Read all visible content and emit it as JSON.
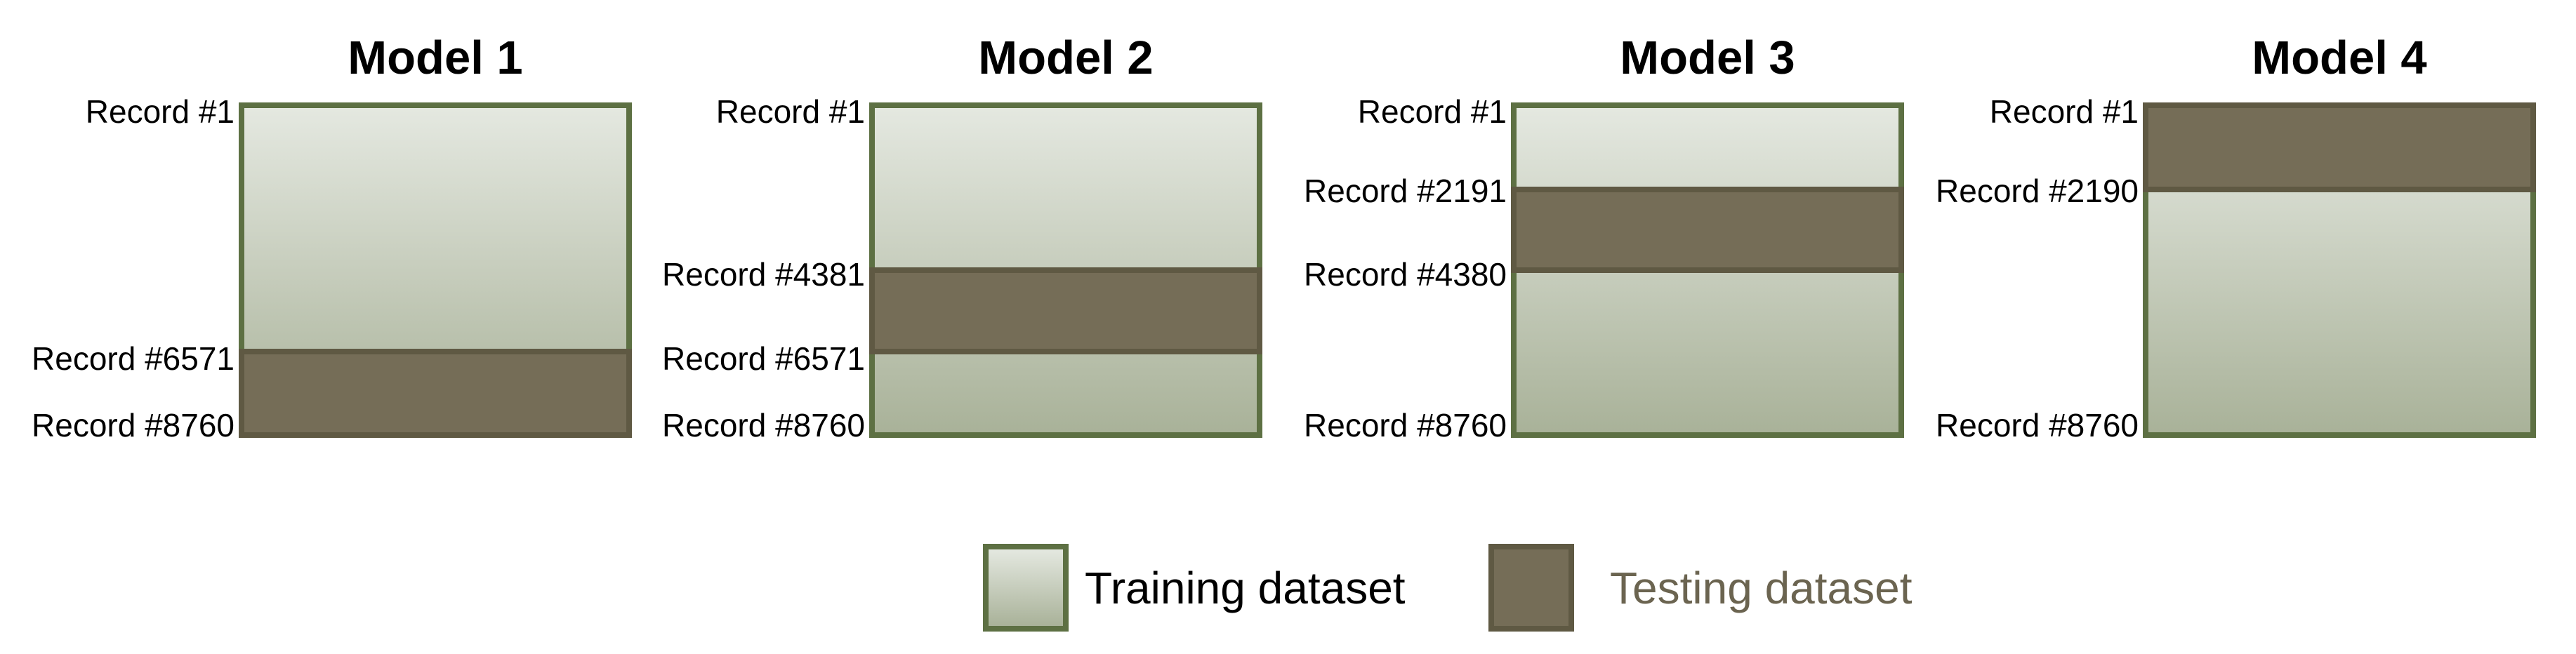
{
  "figure": {
    "background": "#ffffff",
    "total_records": "8760"
  },
  "colors": {
    "box_border": "#5d7043",
    "training_gradient_top": "#e4e8e0",
    "training_gradient_bottom": "#a9b299",
    "testing_fill": "#756d57",
    "testing_border": "#5f5943",
    "title_color": "#000000",
    "label_color": "#000000",
    "testing_legend_text": "#6b6450"
  },
  "models": [
    {
      "title": "Model 1",
      "record_labels": [
        {
          "text": "Record #1",
          "position_pct": 0
        },
        {
          "text": "Record #6571",
          "position_pct": 75
        },
        {
          "text": "Record #8760",
          "position_pct": 100
        }
      ],
      "segments": [
        {
          "dataset": "training",
          "start_pct": 0,
          "end_pct": 75
        },
        {
          "dataset": "testing",
          "start_pct": 75,
          "end_pct": 100
        }
      ]
    },
    {
      "title": "Model 2",
      "record_labels": [
        {
          "text": "Record #1",
          "position_pct": 0
        },
        {
          "text": "Record #4381",
          "position_pct": 50
        },
        {
          "text": "Record #6571",
          "position_pct": 75
        },
        {
          "text": "Record #8760",
          "position_pct": 100
        }
      ],
      "segments": [
        {
          "dataset": "training",
          "start_pct": 0,
          "end_pct": 50
        },
        {
          "dataset": "testing",
          "start_pct": 50,
          "end_pct": 75
        },
        {
          "dataset": "training",
          "start_pct": 75,
          "end_pct": 100
        }
      ]
    },
    {
      "title": "Model 3",
      "record_labels": [
        {
          "text": "Record #1",
          "position_pct": 0
        },
        {
          "text": "Record #2191",
          "position_pct": 25
        },
        {
          "text": "Record #4380",
          "position_pct": 50
        },
        {
          "text": "Record #8760",
          "position_pct": 100
        }
      ],
      "segments": [
        {
          "dataset": "training",
          "start_pct": 0,
          "end_pct": 25
        },
        {
          "dataset": "testing",
          "start_pct": 25,
          "end_pct": 50
        },
        {
          "dataset": "training",
          "start_pct": 50,
          "end_pct": 100
        }
      ]
    },
    {
      "title": "Model 4",
      "record_labels": [
        {
          "text": "Record #1",
          "position_pct": 0
        },
        {
          "text": "Record #2190",
          "position_pct": 25
        },
        {
          "text": "Record #8760",
          "position_pct": 100
        }
      ],
      "segments": [
        {
          "dataset": "testing",
          "start_pct": 0,
          "end_pct": 25
        },
        {
          "dataset": "training",
          "start_pct": 25,
          "end_pct": 100
        }
      ]
    }
  ],
  "legend": {
    "training_label": "Training dataset",
    "testing_label": "Testing dataset"
  }
}
